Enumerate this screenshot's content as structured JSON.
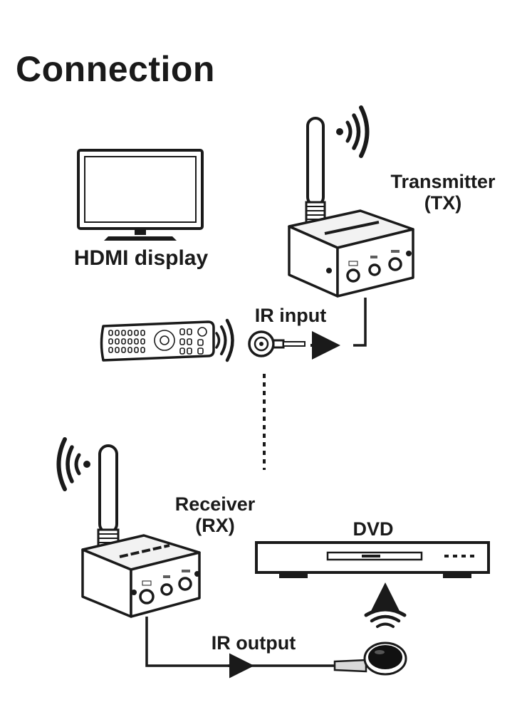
{
  "title": "Connection",
  "labels": {
    "hdmi_display": "HDMI display",
    "transmitter_line1": "Transmitter",
    "transmitter_line2": "(TX)",
    "ir_input": "IR input",
    "receiver_line1": "Receiver",
    "receiver_line2": "(RX)",
    "dvd": "DVD",
    "ir_output": "IR output"
  },
  "icons": [
    "tv-icon",
    "transmitter-icon",
    "receiver-icon",
    "remote-control-icon",
    "ir-receiver-eye-icon",
    "ir-emitter-icon",
    "dvd-player-icon",
    "wireless-signal-icon"
  ],
  "colors": {
    "ink": "#1a1a1a",
    "device_fill": "#f2f2f2",
    "shade": "#c8c8c8"
  }
}
